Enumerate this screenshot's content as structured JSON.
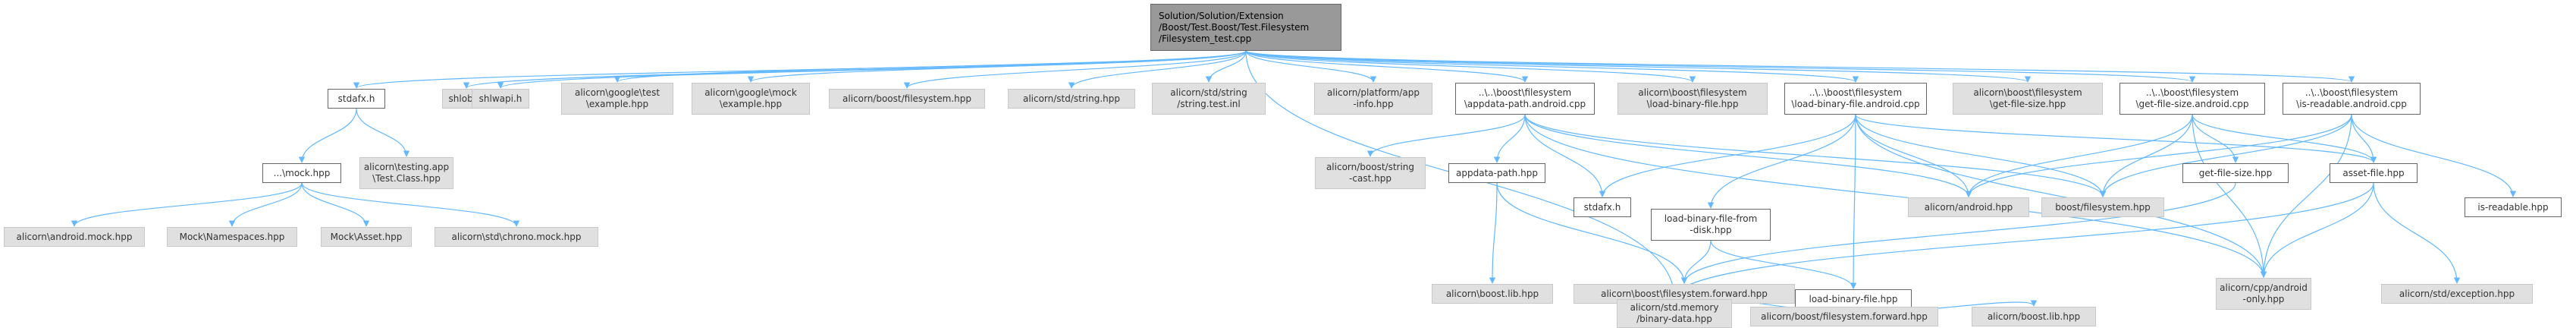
{
  "diagram": {
    "type": "include-dependency-graph",
    "edge_color": "#63b8ff",
    "nodes": [
      {
        "id": "root",
        "label": "Solution/Solution/Extension\n/Boost/Test.Boost/Test.Filesystem\n/Filesystem_test.cpp",
        "style": "root"
      },
      {
        "id": "stdafx1",
        "label": "stdafx.h",
        "style": "white"
      },
      {
        "id": "shlobj",
        "label": "shlobj.h",
        "style": "grey"
      },
      {
        "id": "shlwapi",
        "label": "shlwapi.h",
        "style": "grey"
      },
      {
        "id": "gtest",
        "label": "alicorn\\google\\test\n\\example.hpp",
        "style": "grey"
      },
      {
        "id": "gmock",
        "label": "alicorn\\google\\mock\n\\example.hpp",
        "style": "grey"
      },
      {
        "id": "boostfs_fwd",
        "label": "alicorn/boost/filesystem.hpp",
        "style": "grey"
      },
      {
        "id": "stdstring",
        "label": "alicorn/std/string.hpp",
        "style": "grey"
      },
      {
        "id": "stdstring_test",
        "label": "alicorn/std/string\n/string.test.inl",
        "style": "grey"
      },
      {
        "id": "platform",
        "label": "alicorn/platform/app\n-info.hpp",
        "style": "grey"
      },
      {
        "id": "appdata_cpp",
        "label": "..\\..\\boost\\filesystem\n\\appdata-path.android.cpp",
        "style": "white"
      },
      {
        "id": "loadbin_hdr",
        "label": "alicorn\\boost\\filesystem\n\\load-binary-file.hpp",
        "style": "grey"
      },
      {
        "id": "loadbin_cpp",
        "label": "..\\..\\boost\\filesystem\n\\load-binary-file.android.cpp",
        "style": "white"
      },
      {
        "id": "getsize_hdr",
        "label": "alicorn\\boost\\filesystem\n\\get-file-size.hpp",
        "style": "grey"
      },
      {
        "id": "getsize_cpp",
        "label": "..\\..\\boost\\filesystem\n\\get-file-size.android.cpp",
        "style": "white"
      },
      {
        "id": "isread_cpp",
        "label": "..\\..\\boost\\filesystem\n\\is-readable.android.cpp",
        "style": "white"
      },
      {
        "id": "testing_app",
        "label": "alicorn\\testing.app\n\\Test.Class.hpp",
        "style": "grey"
      },
      {
        "id": "mock",
        "label": "...\\mock.hpp",
        "style": "white"
      },
      {
        "id": "string_cast",
        "label": "alicorn/boost/string\n-cast.hpp",
        "style": "grey"
      },
      {
        "id": "appdata_hpp",
        "label": "appdata-path.hpp",
        "style": "white"
      },
      {
        "id": "stdafx2",
        "label": "stdafx.h",
        "style": "white"
      },
      {
        "id": "loadfromdisk",
        "label": "load-binary-file-from\n-disk.hpp",
        "style": "white"
      },
      {
        "id": "android_hpp",
        "label": "alicorn/android.hpp",
        "style": "grey"
      },
      {
        "id": "boost_fs",
        "label": "boost/filesystem.hpp",
        "style": "grey"
      },
      {
        "id": "getsize_hpp",
        "label": "get-file-size.hpp",
        "style": "white"
      },
      {
        "id": "assetfile",
        "label": "asset-file.hpp",
        "style": "white"
      },
      {
        "id": "isread_hpp",
        "label": "is-readable.hpp",
        "style": "white"
      },
      {
        "id": "android_mock",
        "label": "alicorn\\android.mock.hpp",
        "style": "grey"
      },
      {
        "id": "mock_ns",
        "label": "Mock\\Namespaces.hpp",
        "style": "grey"
      },
      {
        "id": "mock_asset",
        "label": "Mock\\Asset.hpp",
        "style": "grey"
      },
      {
        "id": "chrono_mock",
        "label": "alicorn\\std\\chrono.mock.hpp",
        "style": "grey"
      },
      {
        "id": "boostlib1",
        "label": "alicorn\\boost.lib.hpp",
        "style": "grey"
      },
      {
        "id": "fs_forward1",
        "label": "alicorn\\boost\\filesystem.forward.hpp",
        "style": "grey"
      },
      {
        "id": "loadbin_hpp",
        "label": "load-binary-file.hpp",
        "style": "white"
      },
      {
        "id": "cpp_android",
        "label": "alicorn/cpp/android\n-only.hpp",
        "style": "grey"
      },
      {
        "id": "std_exc",
        "label": "alicorn/std/exception.hpp",
        "style": "grey"
      },
      {
        "id": "binary_data",
        "label": "alicorn/std.memory\n/binary-data.hpp",
        "style": "grey"
      },
      {
        "id": "fs_forward2",
        "label": "alicorn/boost/filesystem.forward.hpp",
        "style": "grey"
      },
      {
        "id": "boostlib2",
        "label": "alicorn/boost.lib.hpp",
        "style": "grey"
      }
    ],
    "edges": [
      [
        "root",
        "stdafx1"
      ],
      [
        "root",
        "shlobj"
      ],
      [
        "root",
        "shlwapi"
      ],
      [
        "root",
        "gtest"
      ],
      [
        "root",
        "gmock"
      ],
      [
        "root",
        "boostfs_fwd"
      ],
      [
        "root",
        "stdstring"
      ],
      [
        "root",
        "stdstring_test"
      ],
      [
        "root",
        "platform"
      ],
      [
        "root",
        "appdata_cpp"
      ],
      [
        "root",
        "loadbin_hdr"
      ],
      [
        "root",
        "loadbin_cpp"
      ],
      [
        "root",
        "getsize_hdr"
      ],
      [
        "root",
        "getsize_cpp"
      ],
      [
        "root",
        "isread_cpp"
      ],
      [
        "root",
        "binary_data"
      ],
      [
        "stdafx1",
        "testing_app"
      ],
      [
        "stdafx1",
        "mock"
      ],
      [
        "mock",
        "android_mock"
      ],
      [
        "mock",
        "mock_ns"
      ],
      [
        "mock",
        "mock_asset"
      ],
      [
        "mock",
        "chrono_mock"
      ],
      [
        "appdata_cpp",
        "string_cast"
      ],
      [
        "appdata_cpp",
        "appdata_hpp"
      ],
      [
        "appdata_cpp",
        "stdafx2"
      ],
      [
        "appdata_cpp",
        "android_hpp"
      ],
      [
        "appdata_cpp",
        "boost_fs"
      ],
      [
        "appdata_cpp",
        "cpp_android"
      ],
      [
        "appdata_hpp",
        "boostlib1"
      ],
      [
        "appdata_hpp",
        "fs_forward1"
      ],
      [
        "loadbin_cpp",
        "stdafx2"
      ],
      [
        "loadbin_cpp",
        "loadfromdisk"
      ],
      [
        "loadbin_cpp",
        "android_hpp"
      ],
      [
        "loadbin_cpp",
        "boost_fs"
      ],
      [
        "loadbin_cpp",
        "assetfile"
      ],
      [
        "loadbin_cpp",
        "loadbin_hpp"
      ],
      [
        "loadbin_cpp",
        "cpp_android"
      ],
      [
        "loadfromdisk",
        "fs_forward1"
      ],
      [
        "loadfromdisk",
        "loadbin_hpp"
      ],
      [
        "loadbin_hpp",
        "binary_data"
      ],
      [
        "loadbin_hpp",
        "fs_forward2"
      ],
      [
        "loadbin_hpp",
        "boostlib2"
      ],
      [
        "getsize_cpp",
        "android_hpp"
      ],
      [
        "getsize_cpp",
        "boost_fs"
      ],
      [
        "getsize_cpp",
        "getsize_hpp"
      ],
      [
        "getsize_cpp",
        "assetfile"
      ],
      [
        "getsize_cpp",
        "cpp_android"
      ],
      [
        "getsize_hpp",
        "fs_forward1"
      ],
      [
        "isread_cpp",
        "android_hpp"
      ],
      [
        "isread_cpp",
        "boost_fs"
      ],
      [
        "isread_cpp",
        "assetfile"
      ],
      [
        "isread_cpp",
        "isread_hpp"
      ],
      [
        "isread_cpp",
        "cpp_android"
      ],
      [
        "assetfile",
        "cpp_android"
      ],
      [
        "assetfile",
        "std_exc"
      ],
      [
        "assetfile",
        "binary_data"
      ]
    ]
  }
}
